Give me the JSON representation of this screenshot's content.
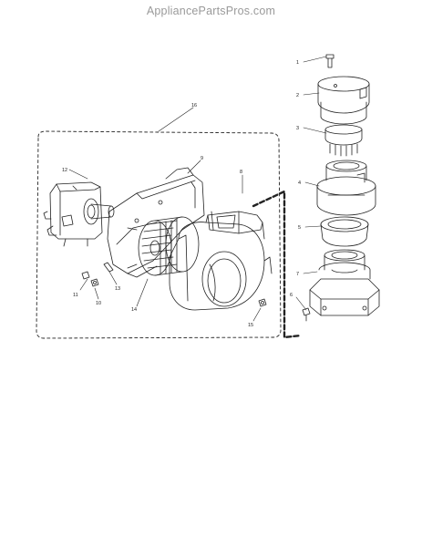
{
  "watermark": "AppliancePartsPros.com",
  "callouts": [
    "1",
    "2",
    "3",
    "4",
    "5",
    "6",
    "7",
    "8",
    "9",
    "10",
    "11",
    "12",
    "13",
    "14",
    "15",
    "16"
  ],
  "colors": {
    "ink": "#222222",
    "watermark": "#9a9a9a"
  }
}
